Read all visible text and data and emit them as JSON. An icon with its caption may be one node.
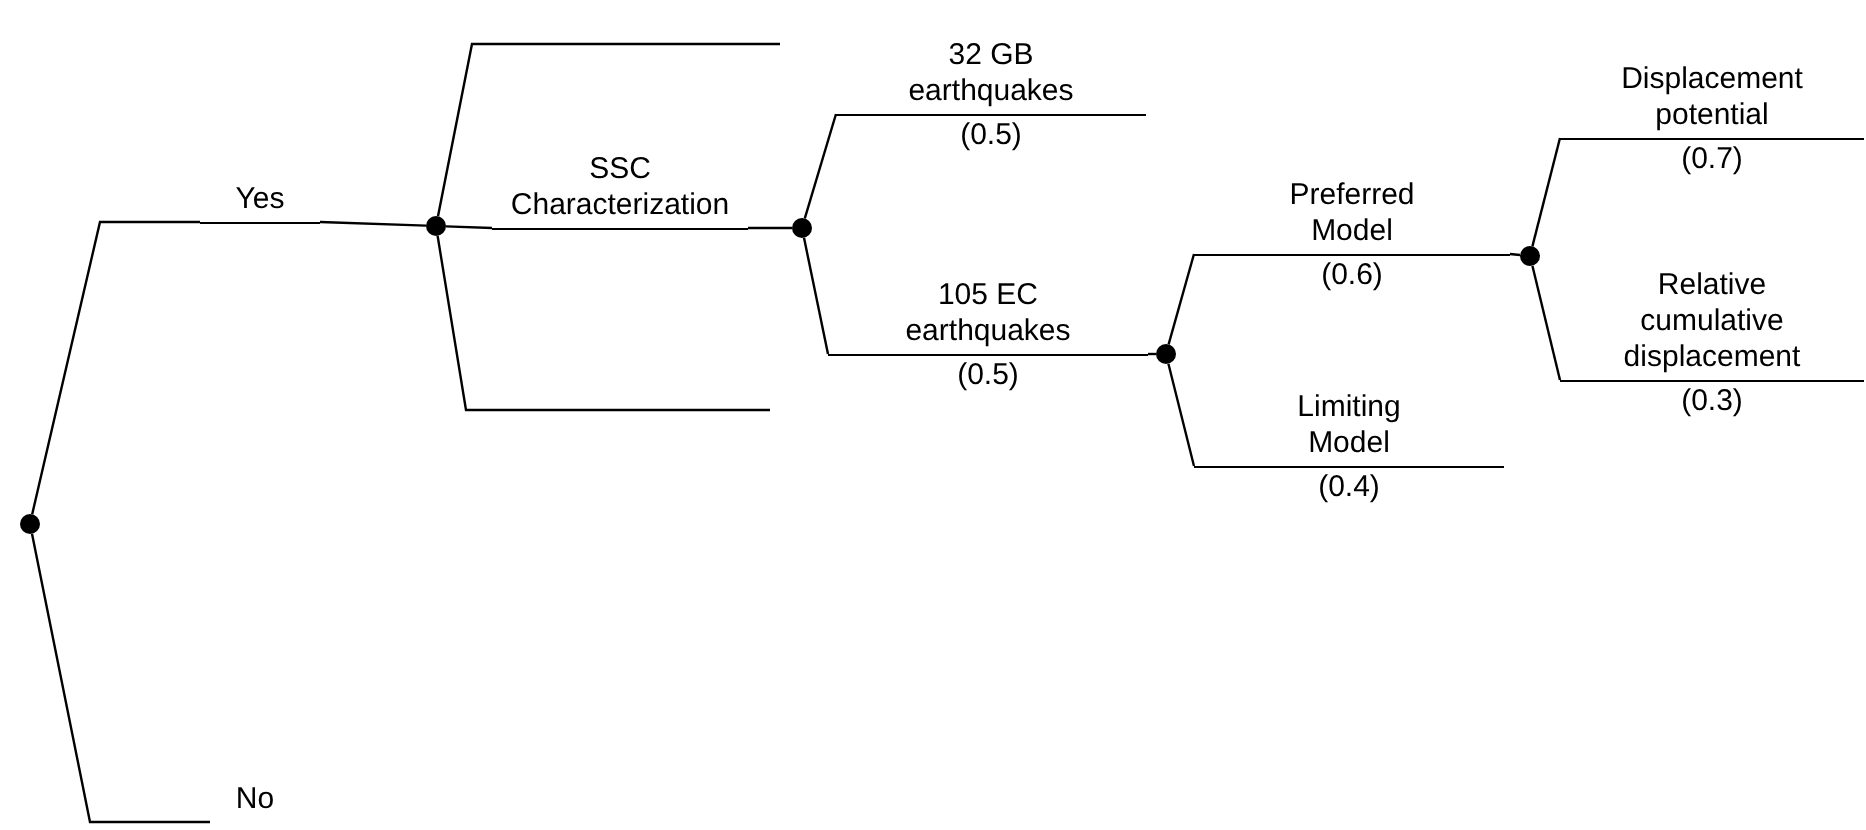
{
  "diagram": {
    "nodes": [
      {
        "text": [],
        "shape": "circle"
      },
      {
        "text": [
          "Yes"
        ]
      },
      {
        "text": [
          "No"
        ]
      },
      {
        "text": [],
        "shape": "circle"
      },
      {
        "text": [
          "SSC Characterization"
        ]
      },
      {
        "text": [],
        "shape": "circle"
      },
      {
        "text": [
          "32 GB earthquakes",
          "(0.5)"
        ]
      },
      {
        "text": [
          "105 EC earthquakes",
          "(0.5)"
        ]
      },
      {
        "text": [],
        "shape": "circle"
      },
      {
        "text": [
          "Preferred Model",
          "(0.6)"
        ]
      },
      {
        "text": [
          "Limiting Model",
          "(0.4)"
        ]
      },
      {
        "text": [],
        "shape": "circle"
      },
      {
        "text": [
          "Displacement potential",
          "(0.7)"
        ]
      },
      {
        "text": [
          "Relative cumulative displacement",
          "(0.3)"
        ]
      }
    ],
    "edges": [
      {
        "from": 0,
        "to": 1,
        "arrow": "none"
      },
      {
        "from": 1,
        "to": 3,
        "arrow": "none"
      },
      {
        "from": 0,
        "to": 2,
        "arrow": "none"
      },
      {
        "from": 3,
        "to": null,
        "arrow": "none"
      },
      {
        "from": 3,
        "to": 4,
        "arrow": "none"
      },
      {
        "from": 4,
        "to": 5,
        "arrow": "none"
      },
      {
        "from": 3,
        "to": null,
        "arrow": "none"
      },
      {
        "from": 5,
        "to": 6,
        "arrow": "none"
      },
      {
        "from": 5,
        "to": 7,
        "arrow": "none"
      },
      {
        "from": 7,
        "to": 8,
        "arrow": "none"
      },
      {
        "from": 8,
        "to": 9,
        "arrow": "none"
      },
      {
        "from": 9,
        "to": 11,
        "arrow": "none"
      },
      {
        "from": 8,
        "to": 10,
        "arrow": "none"
      },
      {
        "from": 11,
        "to": 12,
        "arrow": "none"
      },
      {
        "from": 11,
        "to": 13,
        "arrow": "none"
      }
    ]
  }
}
